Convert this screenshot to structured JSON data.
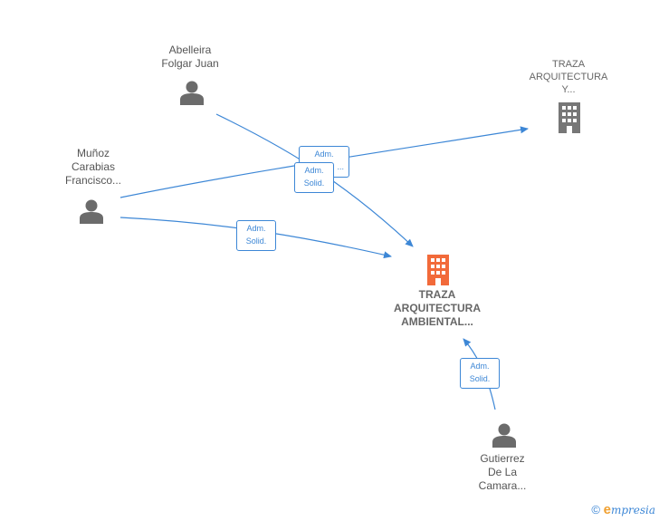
{
  "nodes": {
    "abelleira": {
      "line1": "Abelleira",
      "line2": "Folgar Juan"
    },
    "munoz": {
      "line1": "Muñoz",
      "line2": "Carabias",
      "line3": "Francisco..."
    },
    "traza_y": {
      "line1": "TRAZA",
      "line2": "ARQUITECTURA",
      "line3": "Y..."
    },
    "traza_main": {
      "line1": "TRAZA",
      "line2": "ARQUITECTURA",
      "line3": "AMBIENTAL..."
    },
    "gutierrez": {
      "line1": "Gutierrez",
      "line2": "De La",
      "line3": "Camara..."
    }
  },
  "edges": {
    "adm_top": {
      "line1": "Adm.",
      "line2": "..."
    },
    "adm_solid_top": {
      "line1": "Adm.",
      "line2": "Solid."
    },
    "adm_solid_left": {
      "line1": "Adm.",
      "line2": "Solid."
    },
    "adm_solid_bottom": {
      "line1": "Adm.",
      "line2": "Solid."
    }
  },
  "colors": {
    "edge": "#3d87d6",
    "person_icon": "#6b6b6b",
    "company_main_icon": "#f26a3a",
    "company_icon": "#777777"
  },
  "footer": {
    "copyright": "©",
    "brand_e": "e",
    "brand_rest": "mpresia"
  }
}
